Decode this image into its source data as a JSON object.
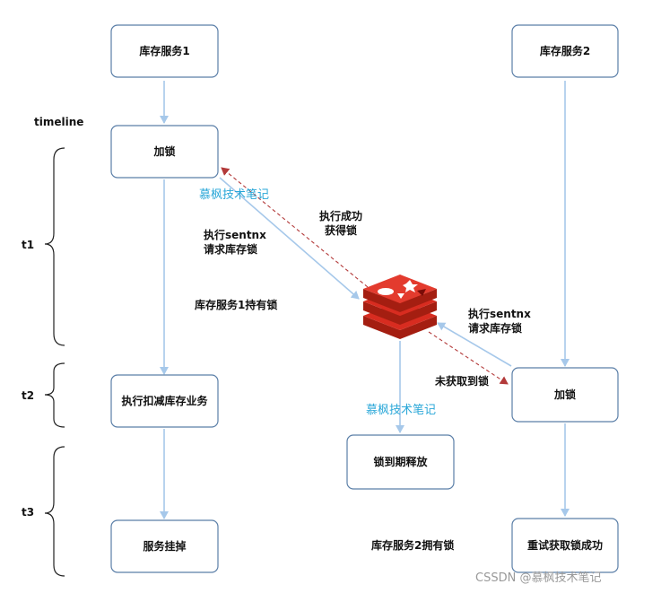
{
  "nodes": {
    "stock_service_1": "库存服务1",
    "stock_service_2": "库存服务2",
    "lock_1": "加锁",
    "lock_2": "加锁",
    "deduct": "执行扣减库存业务",
    "service_down": "服务挂掉",
    "lock_expire": "锁到期释放",
    "retry_success": "重试获取锁成功"
  },
  "labels": {
    "timeline": "timeline",
    "t1": "t1",
    "t2": "t2",
    "t3": "t3",
    "exec_setnx_1": "执行sentnx",
    "request_lock_1": "请求库存锁",
    "exec_success": "执行成功",
    "got_lock": "获得锁",
    "service1_holds": "库存服务1持有锁",
    "exec_setnx_2": "执行sentnx",
    "request_lock_2": "请求库存锁",
    "not_acquired": "未获取到锁",
    "service2_holds": "库存服务2拥有锁"
  },
  "watermarks": {
    "wm_1": "慕枫技术笔记",
    "wm_2": "慕枫技术笔记",
    "footer": "CSSDN @慕枫技术笔记"
  },
  "colors": {
    "node_border": "#5b7fa8",
    "arrow_blue": "#a6c8ea",
    "arrow_red_dashed": "#b33a3a",
    "redis_red": "#d82c20",
    "watermark_blue": "#2aa7d8"
  },
  "icons": {
    "redis": "redis-logo-icon"
  }
}
